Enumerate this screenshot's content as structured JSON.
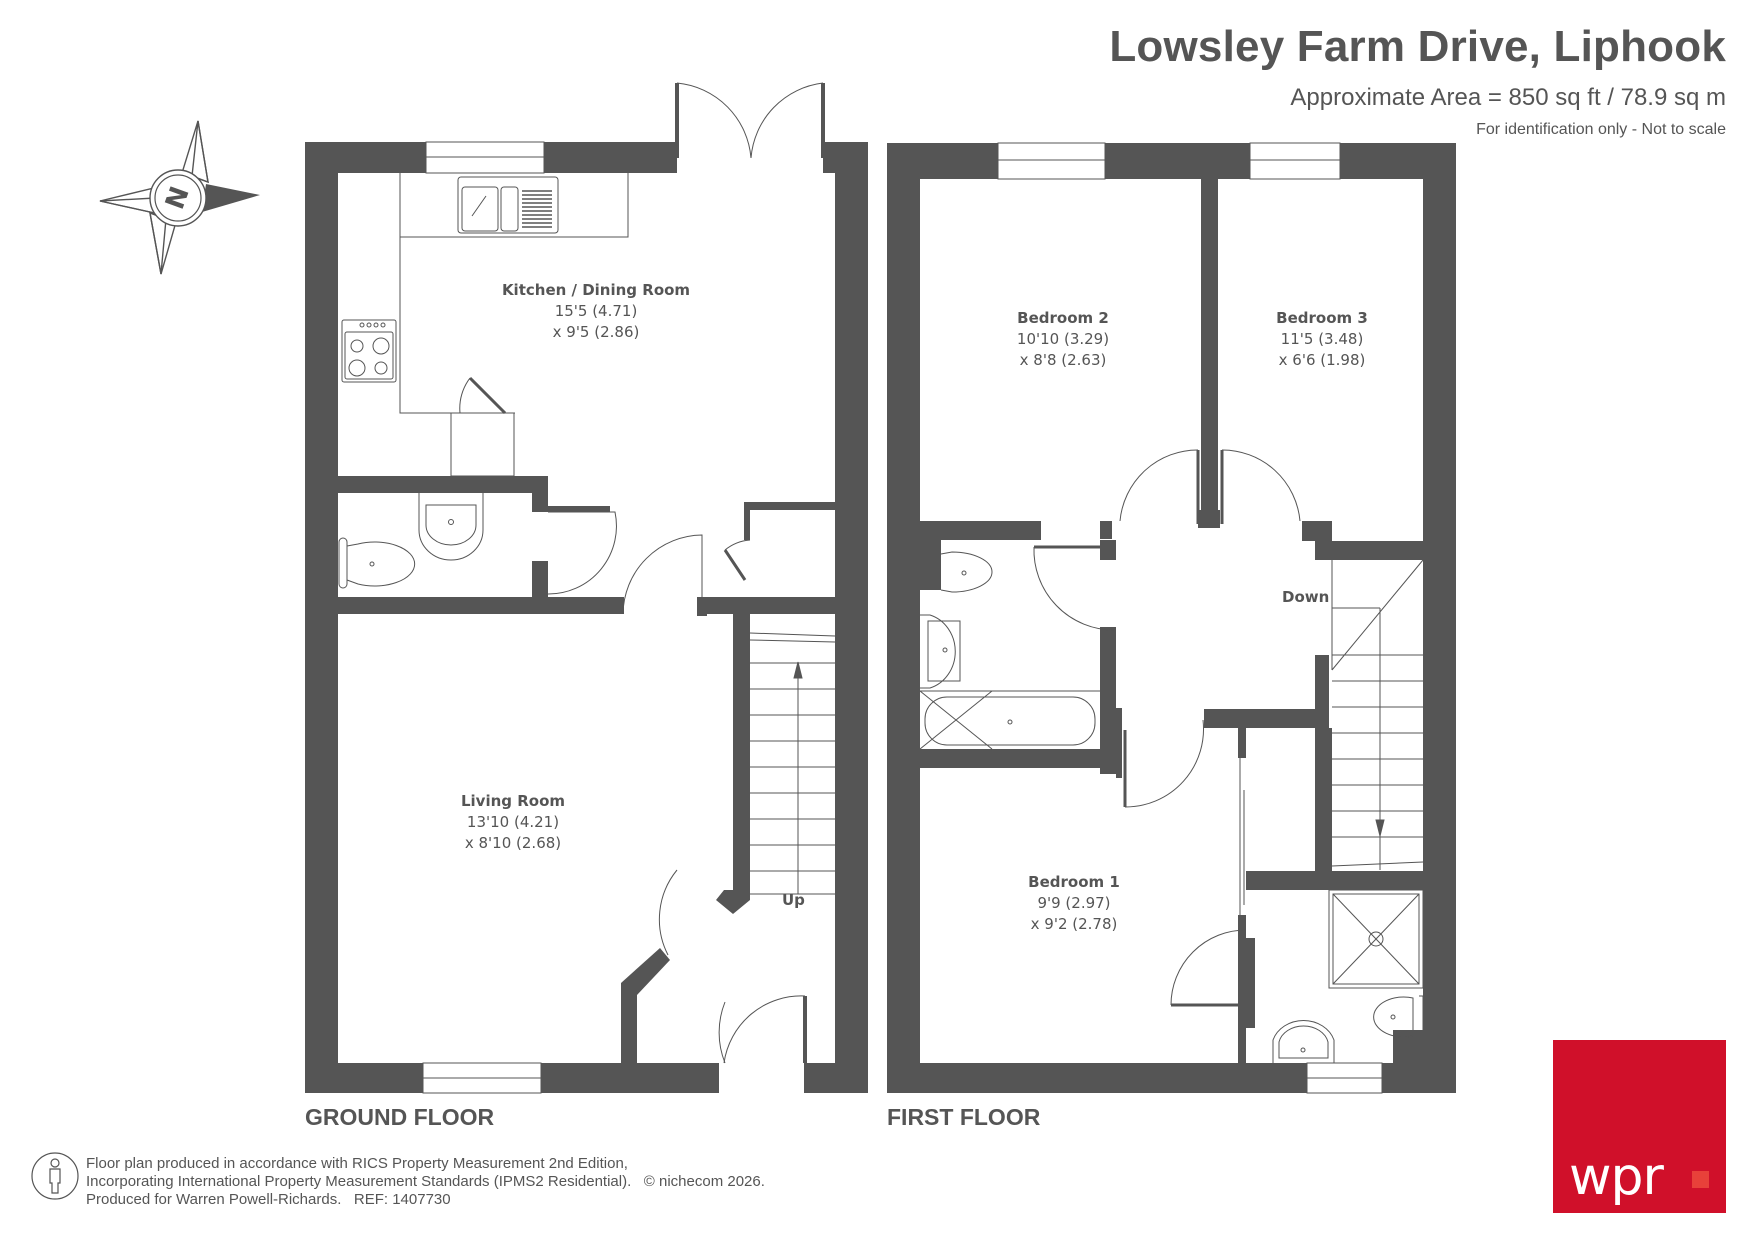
{
  "header": {
    "title": "Lowsley Farm Drive, Liphook",
    "area": "Approximate Area = 850 sq ft / 78.9 sq m",
    "note": "For identification only - Not to scale"
  },
  "compass": {
    "icon": "compass-north-icon",
    "letter": "N"
  },
  "floors": [
    {
      "label": "GROUND FLOOR",
      "rooms": [
        {
          "name": "Kitchen / Dining Room",
          "dim1": "15'5 (4.71)",
          "dim2": "x 9'5 (2.86)"
        },
        {
          "name": "Living Room",
          "dim1": "13'10 (4.21)",
          "dim2": "x 8'10 (2.68)"
        }
      ],
      "stairs_label": "Up"
    },
    {
      "label": "FIRST FLOOR",
      "rooms": [
        {
          "name": "Bedroom 2",
          "dim1": "10'10 (3.29)",
          "dim2": "x 8'8 (2.63)"
        },
        {
          "name": "Bedroom 3",
          "dim1": "11'5 (3.48)",
          "dim2": "x 6'6 (1.98)"
        },
        {
          "name": "Bedroom 1",
          "dim1": "9'9 (2.97)",
          "dim2": "x 9'2 (2.78)"
        }
      ],
      "stairs_label": "Down"
    }
  ],
  "footer": {
    "lines": [
      "Floor plan produced in accordance with RICS Property Measurement 2nd Edition,",
      "Incorporating International Property Measurement Standards (IPMS2 Residential).   © nichecom 2026.",
      "Produced for Warren Powell-Richards.   REF: 1407730"
    ]
  },
  "logo": {
    "text": "wpr",
    "bg_color": "#d0102a",
    "dot_color": "#e8413a"
  },
  "colors": {
    "wall": "#555555",
    "line": "#555555",
    "background": "#ffffff"
  }
}
